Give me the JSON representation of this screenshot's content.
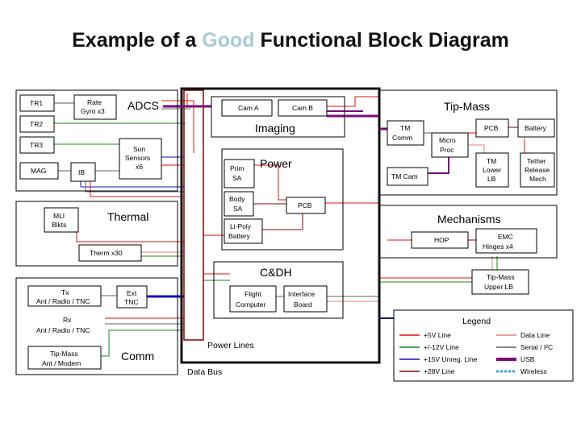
{
  "title": {
    "prefix": "Example of a ",
    "highlight": "Good",
    "suffix": " Functional Block Diagram"
  },
  "colors": {
    "highlight": "#a9cbd6",
    "power_5v": "#e01010",
    "power_12v": "#1a8a1a",
    "power_15v": "#1010c0",
    "power_28v": "#8b0000",
    "data_line": "#e08080",
    "serial_i2c": "#606060",
    "usb": "#7a0a7a",
    "wireless": "#40a0e0",
    "data_bus": "#1a1a8a"
  },
  "adcs": {
    "label": "ADCS",
    "tr1": "TR1",
    "rate_gyro": [
      "Rate",
      "Gyro x3"
    ],
    "tr2": "TR2",
    "tr3": "TR3",
    "sun_sensors": [
      "Sun",
      "Sensors",
      "x6"
    ],
    "mag": "MAG",
    "ib": "IB"
  },
  "thermal": {
    "label": "Thermal",
    "mli": [
      "MLI",
      "Blkts"
    ],
    "therm": "Therm x30"
  },
  "comm": {
    "label": "Comm",
    "tx": [
      "Tx",
      "Ant / Radio / TNC"
    ],
    "ext_tnc": [
      "Ext",
      "TNC"
    ],
    "rx": [
      "Rx",
      "Ant / Radio / TNC"
    ],
    "tip_mass": [
      "Tip-Mass",
      "Ant / Modem"
    ]
  },
  "imaging": {
    "label": "Imaging",
    "cam_a": "Cam A",
    "cam_b": "Cam B"
  },
  "power": {
    "label": "Power",
    "prim_sa": [
      "Prim",
      "SA"
    ],
    "body_sa": [
      "Body",
      "SA"
    ],
    "pcb": "PCB",
    "battery": [
      "Li-Poly",
      "Battery"
    ]
  },
  "cdh": {
    "label": "C&DH",
    "flight_computer": [
      "Flight",
      "Computer"
    ],
    "interface_board": [
      "Interface",
      "Board"
    ]
  },
  "tip_mass": {
    "label": "Tip-Mass",
    "tm_comm": [
      "TM",
      "Comm"
    ],
    "pcb": "PCB",
    "battery": "Battery",
    "micro_proc": [
      "Micro",
      "Proc"
    ],
    "tm_cam": "TM Cam",
    "tm_lower_lb": [
      "TM",
      "Lower",
      "LB"
    ],
    "tether": [
      "Tether",
      "Release",
      "Mech"
    ]
  },
  "mechanisms": {
    "label": "Mechanisms",
    "hop": "HOP",
    "emc": [
      "EMC",
      "Hinges x4"
    ],
    "upper_lb": [
      "Tip-Mass",
      "Upper LB"
    ]
  },
  "bus_labels": {
    "power_lines": "Power Lines",
    "data_bus": "Data Bus"
  },
  "legend": {
    "title": "Legend",
    "items": [
      {
        "label": "+5V Line",
        "color": "#e01010",
        "style": "line"
      },
      {
        "label": "Data Line",
        "color": "#e08080",
        "style": "line"
      },
      {
        "label": "+/-12V Line",
        "color": "#1a8a1a",
        "style": "line"
      },
      {
        "label": "Serial / I²C",
        "color": "#606060",
        "style": "line"
      },
      {
        "label": "+15V Unreg. Line",
        "color": "#1010c0",
        "style": "line"
      },
      {
        "label": "USB",
        "color": "#7a0a7a",
        "style": "thick"
      },
      {
        "label": "+28V Line",
        "color": "#8b0000",
        "style": "line"
      },
      {
        "label": "Wireless",
        "color": "#40a0e0",
        "style": "dashed"
      }
    ]
  }
}
